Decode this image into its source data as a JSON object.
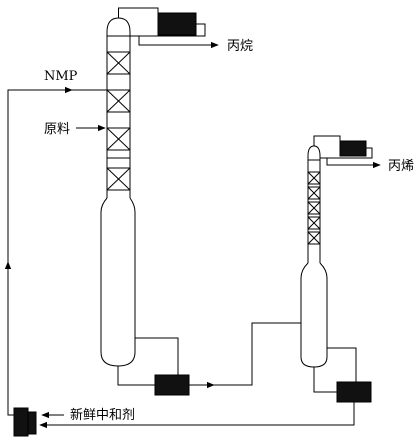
{
  "labels": {
    "propane": "丙烷",
    "nmp": "NMP",
    "feed": "原料",
    "propylene": "丙烯",
    "fresh_neutralizer": "新鲜中和剂"
  }
}
